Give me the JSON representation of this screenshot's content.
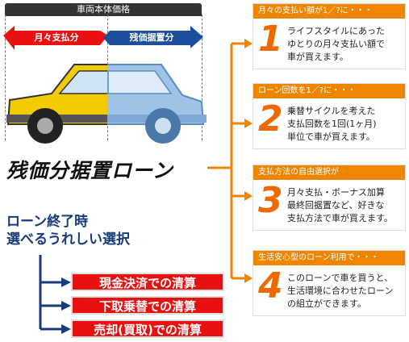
{
  "header": {
    "top_label": "車両本体価格",
    "arrow_left": "月々支払分",
    "arrow_right": "残価据置分"
  },
  "main_title": "残価分据置ローン",
  "end_section": {
    "title_line1": "ローン終了時",
    "title_line2": "選べるうれしい選択",
    "options": [
      "現金決済での清算",
      "下取乗替での清算",
      "売却(買取)での清算"
    ]
  },
  "benefits": [
    {
      "number": "1",
      "title": "月々の支払い額が1／?に・・・",
      "text": "ライフスタイルにあった\nゆとりの月々支払い額で\n車が買えます。"
    },
    {
      "number": "2",
      "title": "ローン回数を1／?に・・・",
      "text": "乗替サイクルを考えた\n支払回数を1回(1ヶ月)\n単位で車が買えます。"
    },
    {
      "number": "3",
      "title": "支払方法の自由選択が",
      "text": "月々支払・ボーナス加算\n最終回据置など、好きな\n支払方法で車が買えます。"
    },
    {
      "number": "4",
      "title": "生活安心型のローン利用で・・・",
      "text": "このローンで車を買うと、\n生活環境に合わせたローン\nの組立ができます。"
    }
  ],
  "colors": {
    "orange": "#ee8500",
    "red": "#e8110f",
    "navy": "#173a7a",
    "car_yellow": "#f2cc00",
    "car_blue": "#9fc3e6"
  }
}
